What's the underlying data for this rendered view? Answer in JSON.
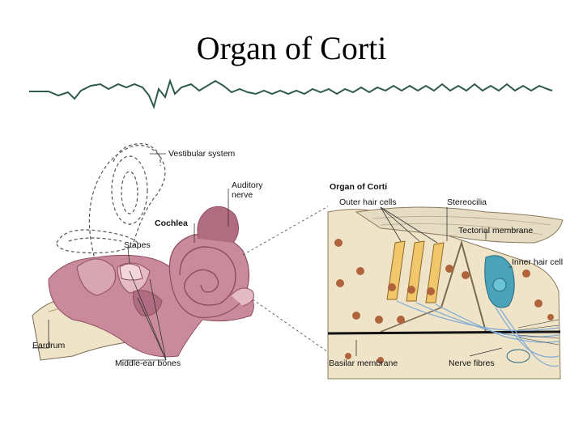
{
  "slide": {
    "title": "Organ of Corti"
  },
  "labels": {
    "vestibular_system": "Vestibular system",
    "auditory_nerve_line1": "Auditory",
    "auditory_nerve_line2": "nerve",
    "cochlea": "Cochlea",
    "stapes": "Stapes",
    "eardrum": "Eardrum",
    "middle_ear_bones": "Middle-ear bones",
    "organ_of_corti": "Organ of Corti",
    "outer_hair_cells": "Outer hair cells",
    "stereocilia": "Stereocilia",
    "tectorial_membrane": "Tectorial membrane",
    "inner_hair_cell": "Inner hair cell",
    "basilar_membrane": "Basilar membrane",
    "nerve_fibres": "Nerve fibres"
  },
  "colors": {
    "waveform": "#2f5a4a",
    "tissue_pink": "#c98b9b",
    "tissue_dark": "#8f4d60",
    "cell_cream": "#efe3c8",
    "cell_nucleus": "#b0643c",
    "hair_cell_yellow": "#f2c66b",
    "inner_hair_cell": "#4aa3b8",
    "fibre_blue": "#7fa9d6"
  }
}
